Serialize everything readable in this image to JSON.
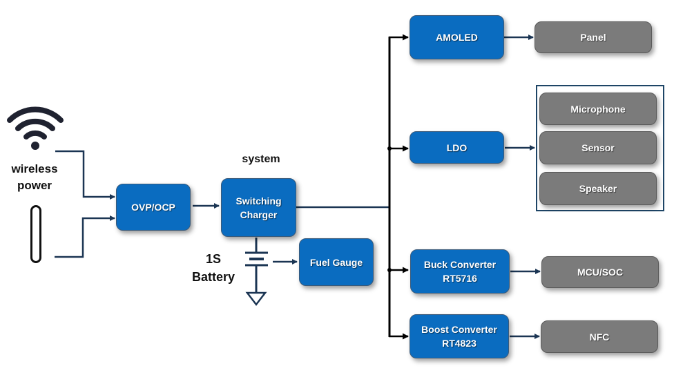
{
  "inputs": {
    "wireless_power_label": [
      "wireless",
      "power"
    ],
    "wifi_icon": "wireless-signal-icon",
    "coil_icon": "charging-coil-icon"
  },
  "labels": {
    "system": "system",
    "battery": [
      "1S",
      "Battery"
    ]
  },
  "blocks": {
    "ovp_ocp": "OVP/OCP",
    "charger": [
      "Switching",
      "Charger"
    ],
    "fuel_gauge": "Fuel Gauge",
    "amoled": "AMOLED",
    "ldo": "LDO",
    "buck": [
      "Buck Converter",
      "RT5716"
    ],
    "boost": [
      "Boost Converter",
      "RT4823"
    ]
  },
  "loads": {
    "panel": "Panel",
    "ldo_group": [
      "Microphone",
      "Sensor",
      "Speaker"
    ],
    "mcu_soc": "MCU/SOC",
    "nfc": "NFC"
  },
  "colors": {
    "block_blue": "#0a6cc0",
    "load_gray": "#7b7b7b",
    "wire_navy": "#1b3553",
    "bus_black": "#000000"
  }
}
